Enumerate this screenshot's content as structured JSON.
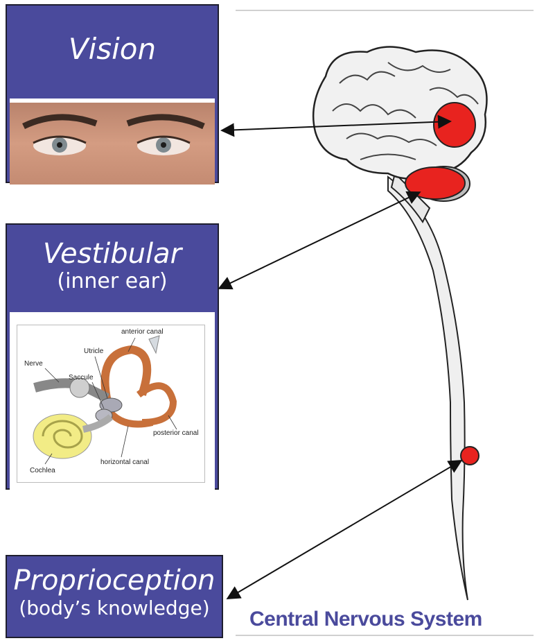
{
  "vision": {
    "title": "Vision"
  },
  "vestibular": {
    "title": "Vestibular",
    "subtitle": "(inner ear)",
    "labels": {
      "anterior_canal": "anterior canal",
      "nerve": "Nerve",
      "utricle": "Utricle",
      "saccule": "Saccule",
      "posterior_canal": "posterior canal",
      "horizontal_canal": "horizontal canal",
      "cochlea": "Cochlea"
    }
  },
  "proprioception": {
    "title": "Proprioception",
    "subtitle": "(body’s knowledge)"
  },
  "cns_label": "Central Nervous System",
  "colors": {
    "box": "#4a4a9c",
    "highlight": "#e8231f",
    "label": "#4a4a9c"
  }
}
